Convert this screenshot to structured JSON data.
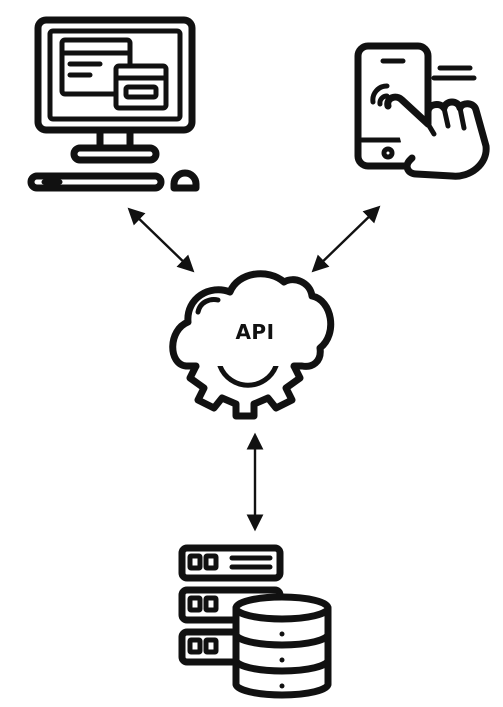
{
  "nodes": {
    "desktop": {
      "icon": "desktop-computer-icon"
    },
    "mobile": {
      "icon": "smartphone-touch-icon"
    },
    "api": {
      "icon": "cloud-gear-icon",
      "label": "API"
    },
    "database": {
      "icon": "server-database-icon"
    }
  },
  "connections": [
    {
      "from": "desktop",
      "to": "api",
      "style": "bidirectional"
    },
    {
      "from": "mobile",
      "to": "api",
      "style": "bidirectional"
    },
    {
      "from": "api",
      "to": "database",
      "style": "bidirectional"
    }
  ],
  "colors": {
    "ink": "#111111",
    "background": "#ffffff"
  }
}
